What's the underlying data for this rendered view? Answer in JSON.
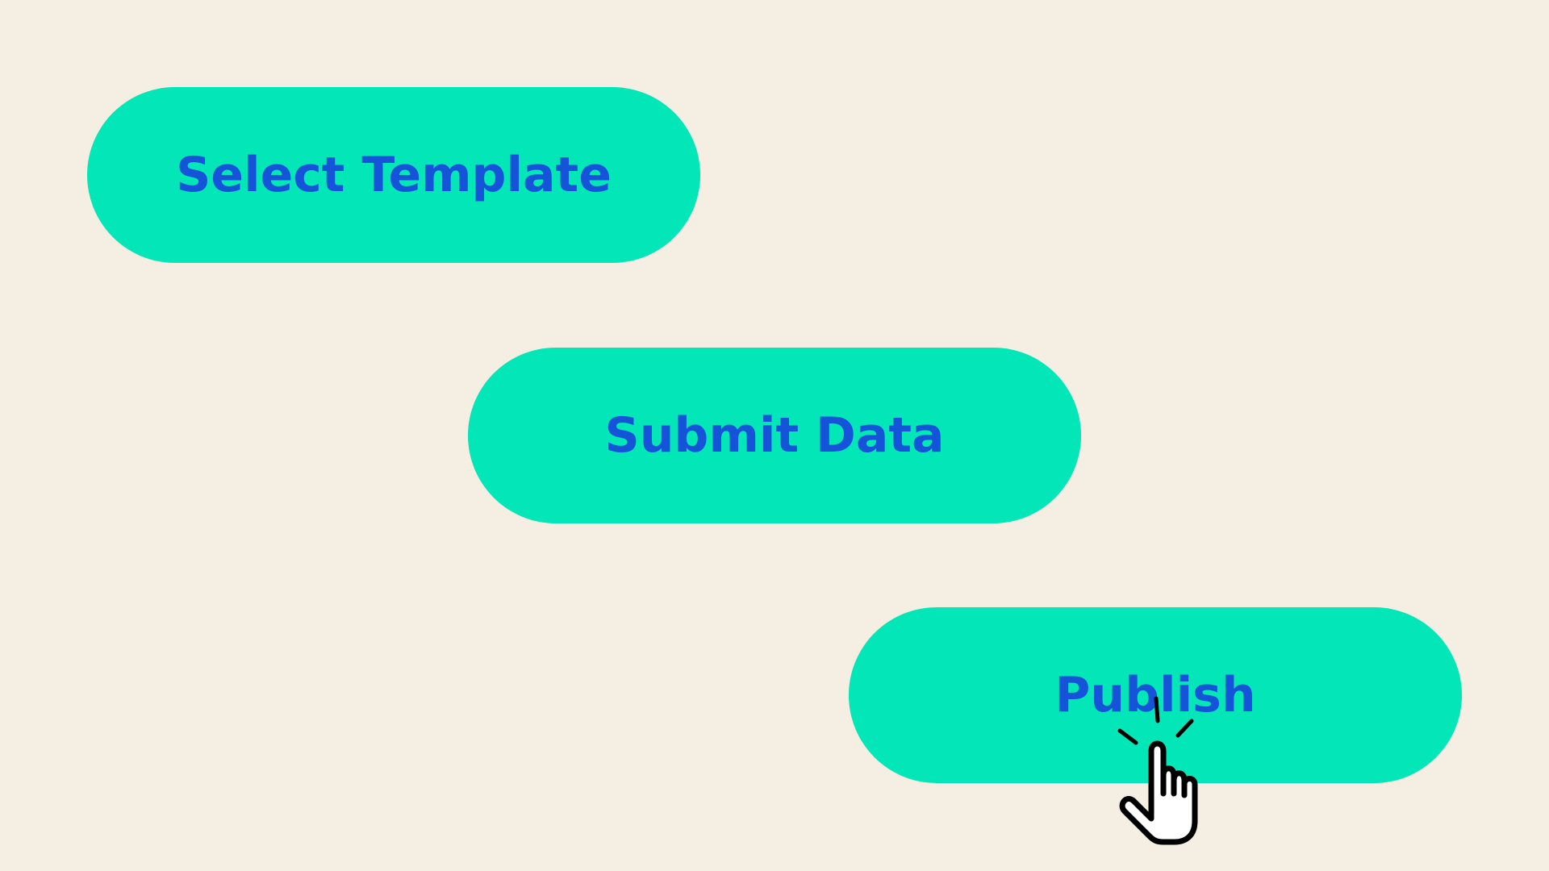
{
  "colors": {
    "background": "#F5EEE2",
    "button_fill": "#02E6B8",
    "button_text": "#1554D8",
    "cursor_outline": "#000000",
    "cursor_fill": "#FFFFFF"
  },
  "buttons": [
    {
      "label": "Select Template"
    },
    {
      "label": "Submit Data"
    },
    {
      "label": "Publish"
    }
  ],
  "cursor": {
    "icon": "hand-pointer-click-icon"
  }
}
